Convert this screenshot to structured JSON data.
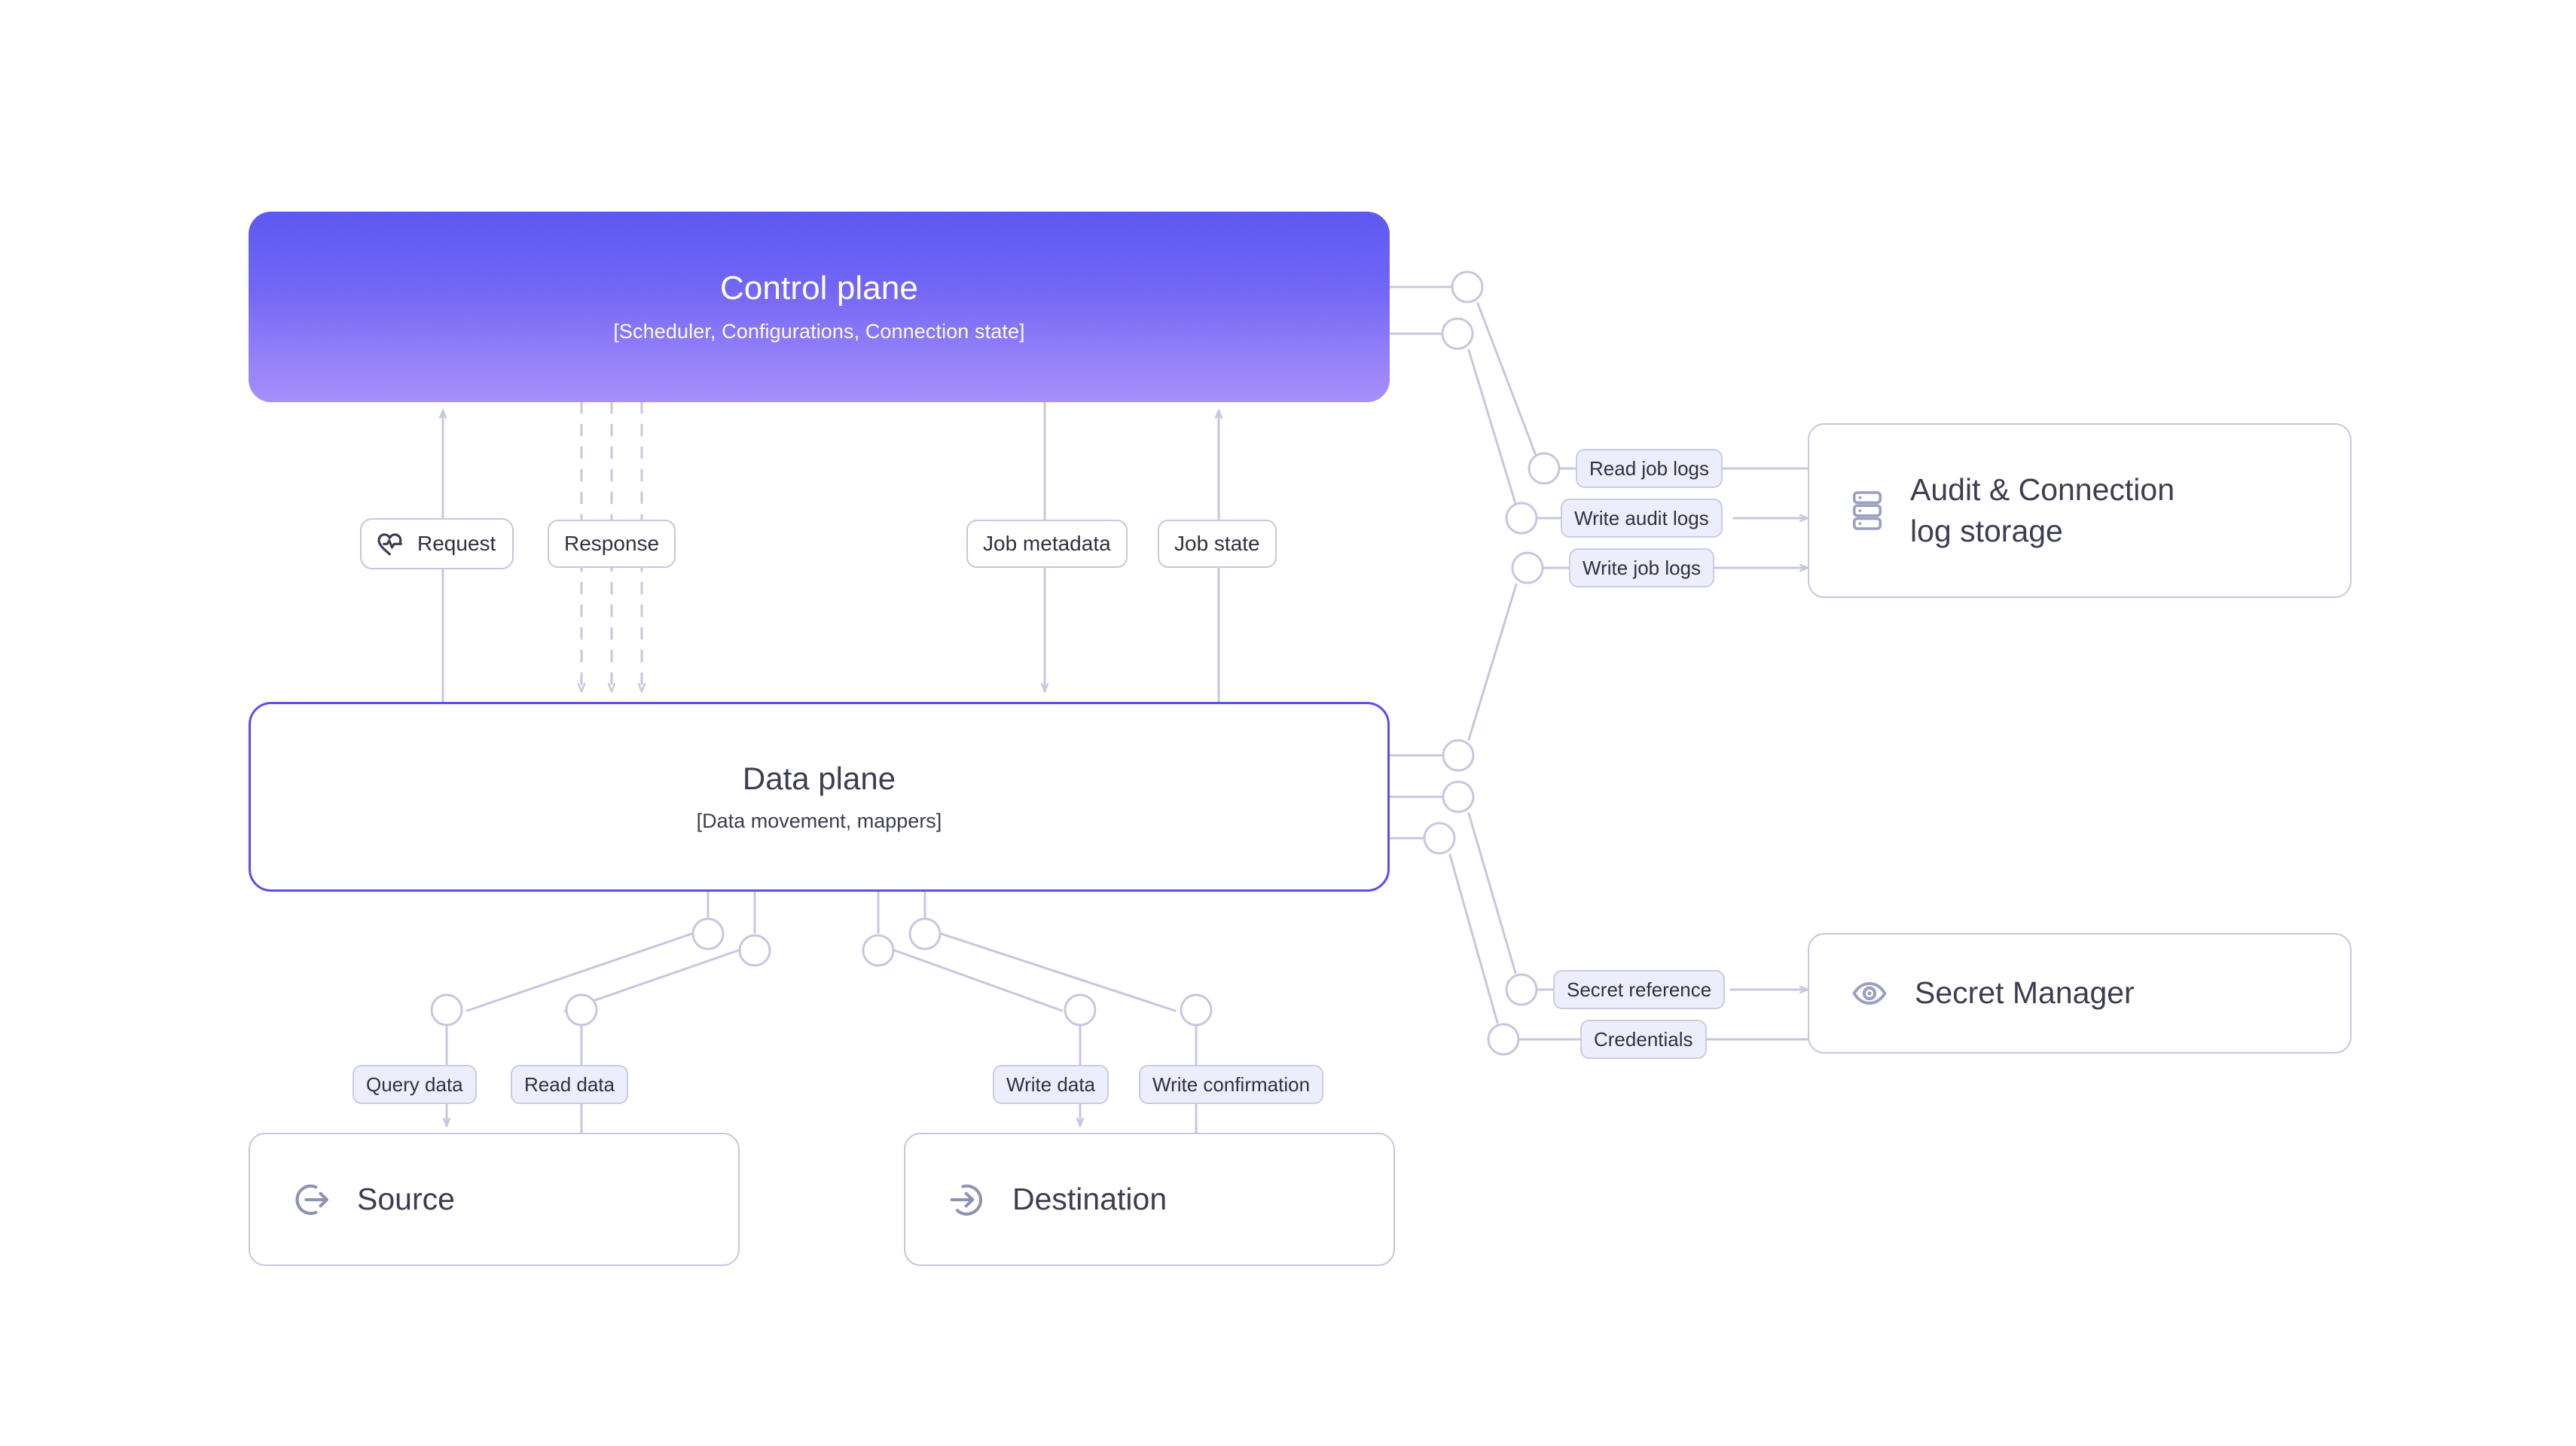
{
  "diagram": {
    "title": "Control plane / Data plane architecture",
    "background": "#ffffff",
    "colors": {
      "control_plane_gradient_start": "#5a55f2",
      "control_plane_gradient_end": "#a58cfb",
      "data_plane_border": "#5b4df0",
      "box_border": "#c5c7e0",
      "pill_lavender_fill": "#edeefb",
      "wire": "#c5c7e0",
      "text_dark": "#3c3d52",
      "text_white": "#ffffff"
    }
  },
  "nodes": {
    "control_plane": {
      "title": "Control plane",
      "subtitle": "[Scheduler, Configurations, Connection state]"
    },
    "data_plane": {
      "title": "Data plane",
      "subtitle": "[Data movement, mappers]"
    },
    "audit_storage": {
      "label_line1": "Audit & Connection",
      "label_line2": "log storage",
      "icon": "database-rack-icon"
    },
    "secret_manager": {
      "label": "Secret Manager",
      "icon": "eye-icon"
    },
    "source": {
      "label": "Source",
      "icon": "arrow-out-circle-icon"
    },
    "destination": {
      "label": "Destination",
      "icon": "arrow-in-circle-icon"
    }
  },
  "edge_labels": {
    "request": {
      "text": "Request",
      "icon": "heart-pulse-icon",
      "style": "white"
    },
    "response": {
      "text": "Response",
      "style": "white"
    },
    "job_metadata": {
      "text": "Job metadata",
      "style": "white"
    },
    "job_state": {
      "text": "Job state",
      "style": "white"
    },
    "read_job_logs": {
      "text": "Read job logs",
      "style": "lavender"
    },
    "write_audit_logs": {
      "text": "Write audit logs",
      "style": "lavender"
    },
    "write_job_logs": {
      "text": "Write job logs",
      "style": "lavender"
    },
    "secret_reference": {
      "text": "Secret reference",
      "style": "lavender"
    },
    "credentials": {
      "text": "Credentials",
      "style": "lavender"
    },
    "query_data": {
      "text": "Query data",
      "style": "lavender"
    },
    "read_data": {
      "text": "Read data",
      "style": "lavender"
    },
    "write_data": {
      "text": "Write data",
      "style": "lavender"
    },
    "write_confirmation": {
      "text": "Write confirmation",
      "style": "lavender"
    }
  }
}
